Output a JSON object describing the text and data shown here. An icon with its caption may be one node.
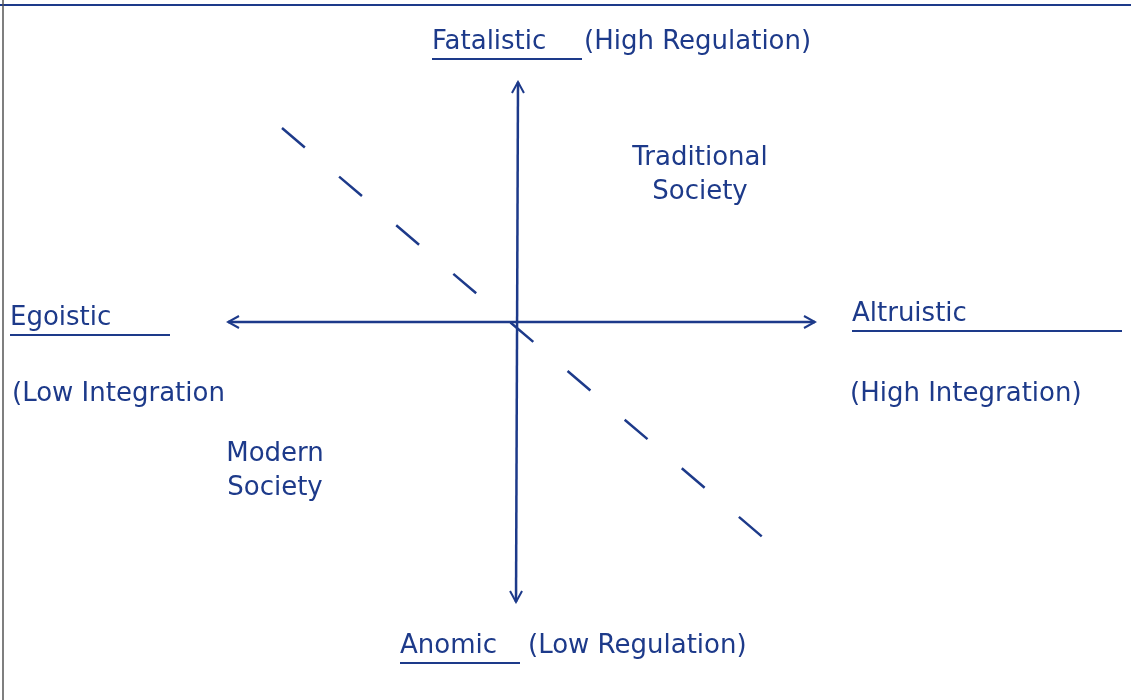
{
  "diagram": {
    "labels": [
      "Fatalistic",
      "(High Regulation)",
      "Traditional Society",
      "Egoistic",
      "Altruistic",
      "(Low Integration",
      "(High Integration)",
      "Modern Society",
      "Anomic",
      "(Low Regulation)"
    ]
  }
}
